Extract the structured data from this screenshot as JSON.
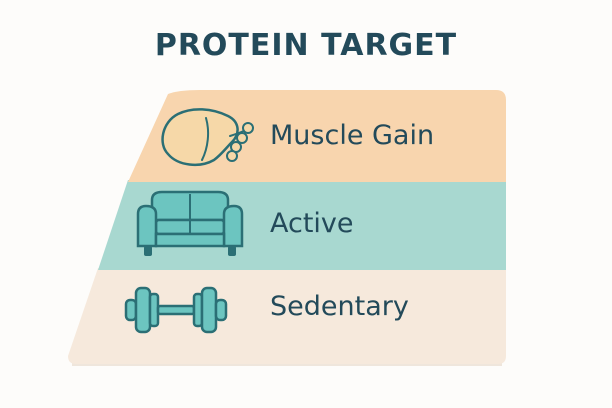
{
  "title": "PROTEIN TARGET",
  "levels": [
    {
      "label": "Muscle Gain",
      "icon": "chicken-drumstick-icon",
      "color": "#f8d5ae"
    },
    {
      "label": "Active",
      "icon": "couch-icon",
      "color": "#a8d8d0"
    },
    {
      "label": "Sedentary",
      "icon": "dumbbell-icon",
      "color": "#f6e9dc"
    }
  ],
  "colors": {
    "text": "#234a5a",
    "icon_stroke": "#2b6f75",
    "icon_fill_teal": "#6cc5c0",
    "icon_fill_peach": "#f6d8a8",
    "shadow": "#efe6dc"
  }
}
